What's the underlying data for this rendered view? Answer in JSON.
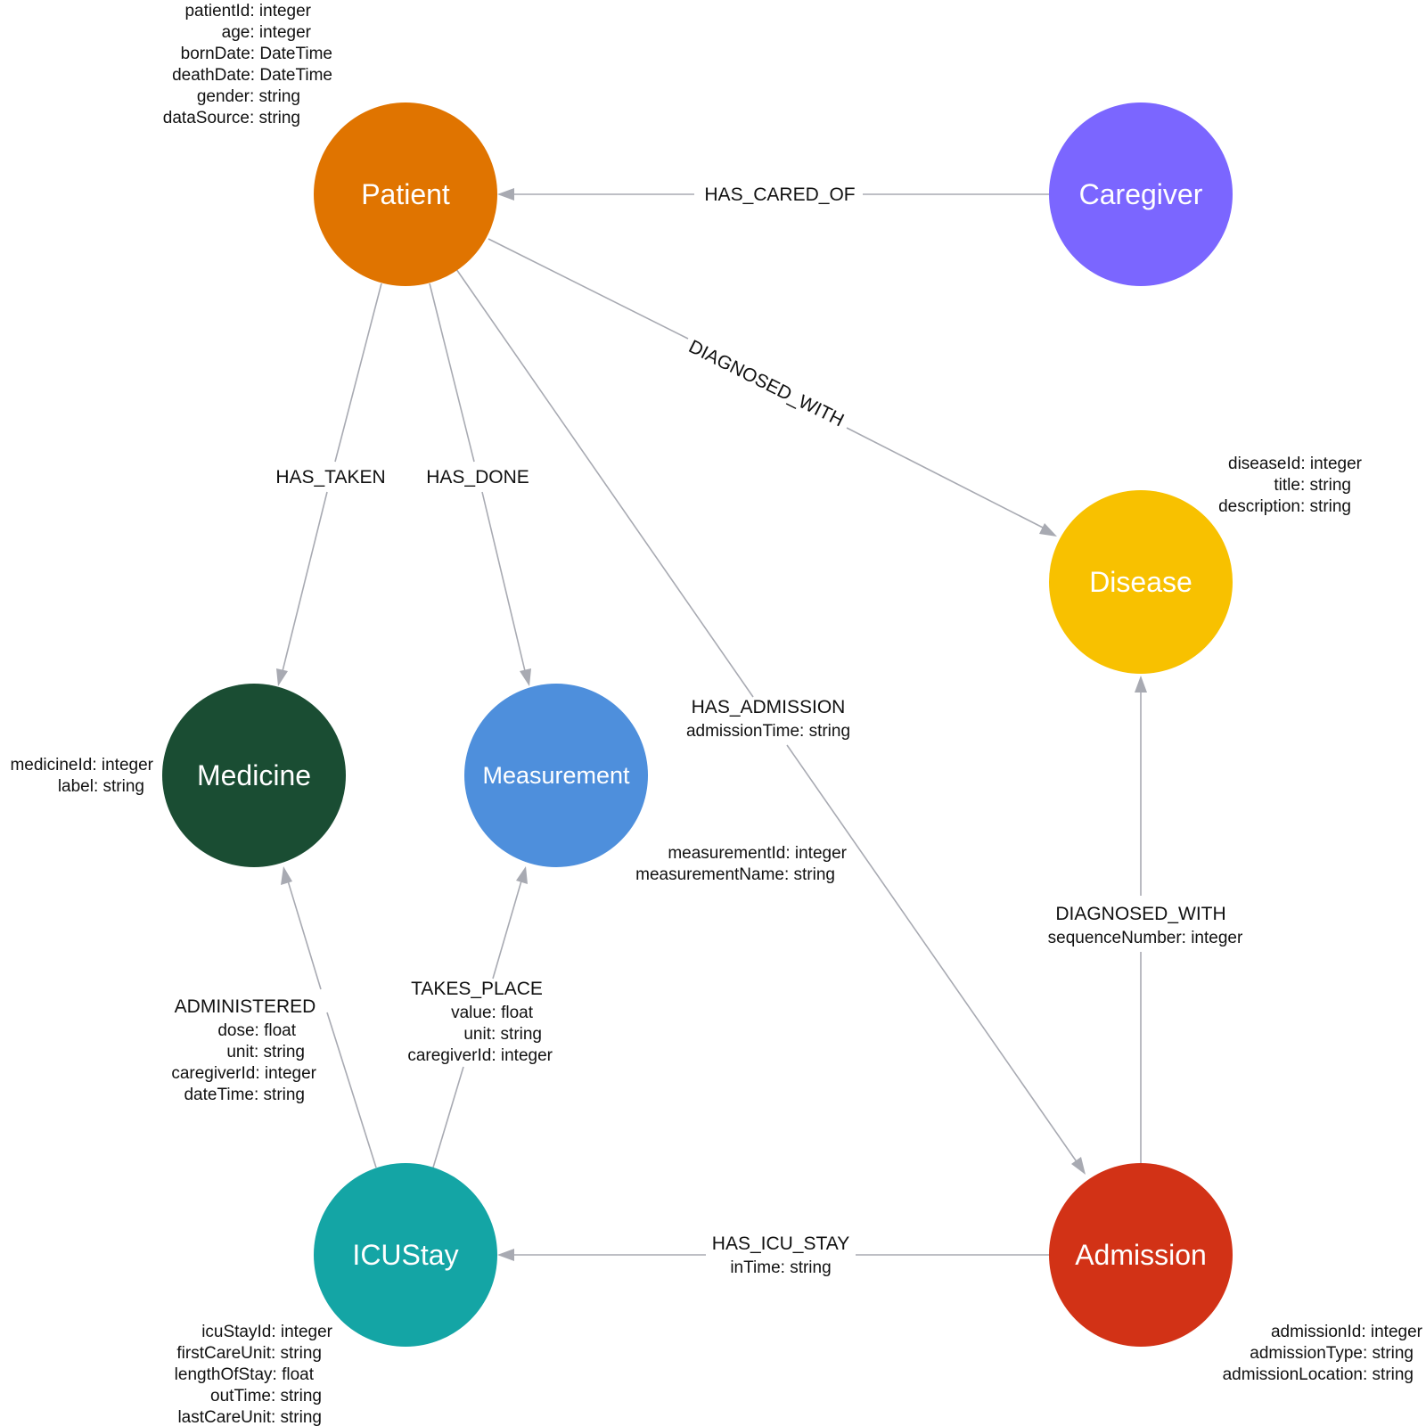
{
  "nodes": {
    "patient": {
      "label": "Patient",
      "color": "#e07400",
      "props": [
        "patientId: integer",
        "age: integer",
        "bornDate: DateTime",
        "deathDate: DateTime",
        "gender: string",
        "dataSource: string"
      ]
    },
    "caregiver": {
      "label": "Caregiver",
      "color": "#7b66ff",
      "props": []
    },
    "disease": {
      "label": "Disease",
      "color": "#f8c100",
      "props": [
        "diseaseId: integer",
        "title: string",
        "description: string"
      ]
    },
    "medicine": {
      "label": "Medicine",
      "color": "#1a4d33",
      "props": [
        "medicineId: integer",
        "label: string"
      ]
    },
    "measurement": {
      "label": "Measurement",
      "color": "#4e8fdc",
      "props": [
        "measurementId: integer",
        "measurementName: string"
      ]
    },
    "icustay": {
      "label": "ICUStay",
      "color": "#14a5a5",
      "props": [
        "icuStayId: integer",
        "firstCareUnit: string",
        "lengthOfStay: float",
        "outTime: string",
        "lastCareUnit: string"
      ]
    },
    "admission": {
      "label": "Admission",
      "color": "#d23216",
      "props": [
        "admissionId: integer",
        "admissionType: string",
        "admissionLocation: string"
      ]
    }
  },
  "edges": {
    "has_cared_of": {
      "label": "HAS_CARED_OF",
      "props": []
    },
    "diagnosed_with_patient": {
      "label": "DIAGNOSED_WITH",
      "props": []
    },
    "has_taken": {
      "label": "HAS_TAKEN",
      "props": []
    },
    "has_done": {
      "label": "HAS_DONE",
      "props": []
    },
    "has_admission": {
      "label": "HAS_ADMISSION",
      "props": [
        "admissionTime: string"
      ]
    },
    "diagnosed_with_admission": {
      "label": "DIAGNOSED_WITH",
      "props": [
        "sequenceNumber: integer"
      ]
    },
    "administered": {
      "label": "ADMINISTERED",
      "props": [
        "dose: float",
        "unit: string",
        "caregiverId: integer",
        "dateTime: string"
      ]
    },
    "takes_place": {
      "label": "TAKES_PLACE",
      "props": [
        "value: float",
        "unit: string",
        "caregiverId: integer"
      ]
    },
    "has_icu_stay": {
      "label": "HAS_ICU_STAY",
      "props": [
        "inTime: string"
      ]
    }
  }
}
